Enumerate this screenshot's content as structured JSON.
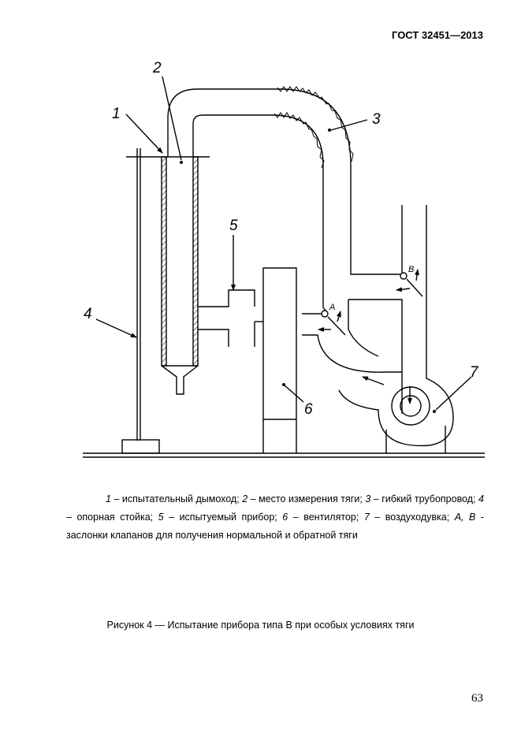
{
  "header": {
    "standard": "ГОСТ 32451—2013"
  },
  "figure": {
    "callouts": [
      "1",
      "2",
      "3",
      "4",
      "5",
      "6",
      "7"
    ],
    "valves": [
      "A",
      "B"
    ]
  },
  "legend": [
    {
      "num": "1",
      "text": " – испытательный дымоход; "
    },
    {
      "num": "2",
      "text": " – место измерения тяги; "
    },
    {
      "num": "3",
      "text": " – гибкий трубопровод; "
    },
    {
      "num": "4",
      "text": " – опорная стойка; "
    },
    {
      "num": "5",
      "text": " – испытуемый прибор; "
    },
    {
      "num": "6",
      "text": " – вентилятор; "
    },
    {
      "num": "7",
      "text": " – воздуходувка; "
    },
    {
      "num": "A, B",
      "text": " - заслонки клапанов для получения нормальной  и обратной тяги"
    }
  ],
  "caption": "Рисунок 4 — Испытание прибора типа В при особых условиях тяги",
  "page_number": "63"
}
